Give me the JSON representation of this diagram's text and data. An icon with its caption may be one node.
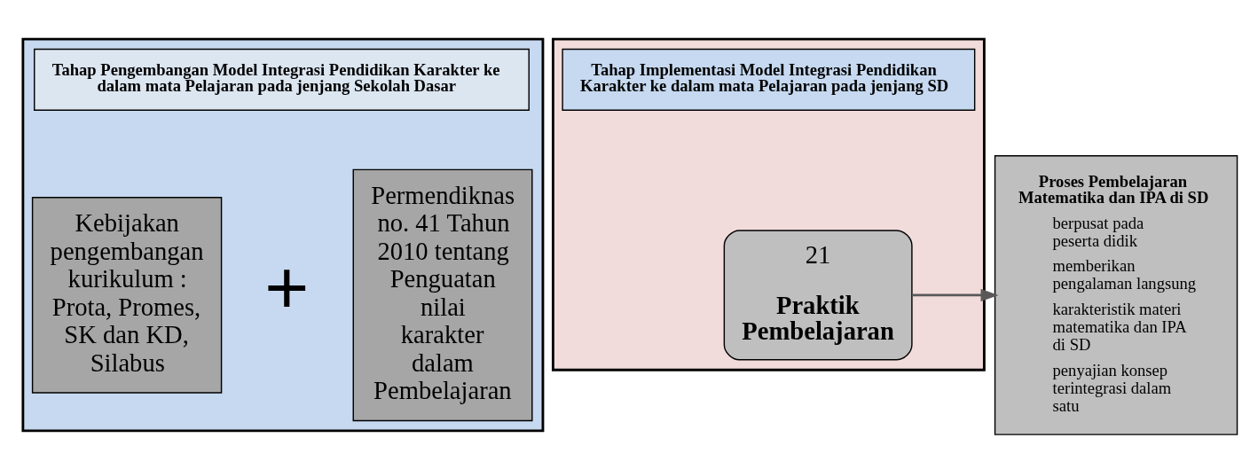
{
  "diagram": {
    "nodes": [
      {
        "text": [],
        "shape": "box"
      },
      {
        "text": [
          "Tahap Pengembangan Model Integrasi Pendidikan Karakter ke dalam mata Pelajaran pada jenjang Sekolah Dasar"
        ],
        "in": 0
      },
      {
        "text": [
          "Kebijakan pengembangan kurikulum : Prota, Promes, SK dan KD, Silabus"
        ],
        "in": 0
      },
      {
        "text": [
          "Permendiknas no. 41 Tahun 2010 tentang Penguatan nilai karakter dalam Pembelajaran"
        ],
        "in": 0
      },
      {
        "text": [],
        "shape": "box"
      },
      {
        "text": [
          "Tahap Implementasi Model Integrasi Pendidikan Karakter ke dalam mata Pelajaran pada jenjang SD"
        ],
        "in": 4
      },
      {
        "text": [
          "Proses Pembelajaran Matematika dan IPA di SD",
          "berpusat pada peserta didik",
          "memberikan pengalaman langsung",
          "karakteristik materi matematika dan IPA di SD",
          "penyajian konsep terintegrasi dalam satu"
        ]
      },
      {
        "text": [
          "21",
          "Praktik Pembelajaran"
        ],
        "in": 4
      }
    ],
    "edges": [
      {
        "from": 7,
        "to": 6,
        "arrow": "to"
      }
    ],
    "labels": [
      "+"
    ]
  }
}
